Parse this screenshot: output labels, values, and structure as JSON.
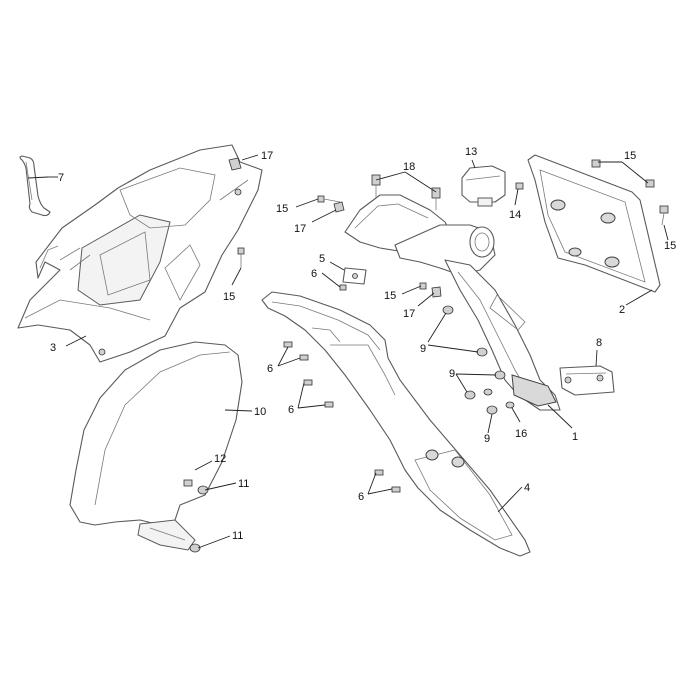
{
  "callouts": [
    {
      "id": "c7",
      "text": "7"
    },
    {
      "id": "c3",
      "text": "3"
    },
    {
      "id": "c17a",
      "text": "17"
    },
    {
      "id": "c15a",
      "text": "15"
    },
    {
      "id": "c10",
      "text": "10"
    },
    {
      "id": "c12",
      "text": "12"
    },
    {
      "id": "c11a",
      "text": "11"
    },
    {
      "id": "c11b",
      "text": "11"
    },
    {
      "id": "c18",
      "text": "18"
    },
    {
      "id": "c15b",
      "text": "15"
    },
    {
      "id": "c17b",
      "text": "17"
    },
    {
      "id": "c5",
      "text": "5"
    },
    {
      "id": "c6a",
      "text": "6"
    },
    {
      "id": "c6b",
      "text": "6"
    },
    {
      "id": "c6c",
      "text": "6"
    },
    {
      "id": "c6d",
      "text": "6"
    },
    {
      "id": "c13",
      "text": "13"
    },
    {
      "id": "c14",
      "text": "14"
    },
    {
      "id": "c15c",
      "text": "15"
    },
    {
      "id": "c15d",
      "text": "15"
    },
    {
      "id": "c15e",
      "text": "15"
    },
    {
      "id": "c17c",
      "text": "17"
    },
    {
      "id": "c9a",
      "text": "9"
    },
    {
      "id": "c9b",
      "text": "9"
    },
    {
      "id": "c9c",
      "text": "9"
    },
    {
      "id": "c16",
      "text": "16"
    },
    {
      "id": "c2",
      "text": "2"
    },
    {
      "id": "c8",
      "text": "8"
    },
    {
      "id": "c1",
      "text": "1"
    },
    {
      "id": "c4",
      "text": "4"
    }
  ]
}
